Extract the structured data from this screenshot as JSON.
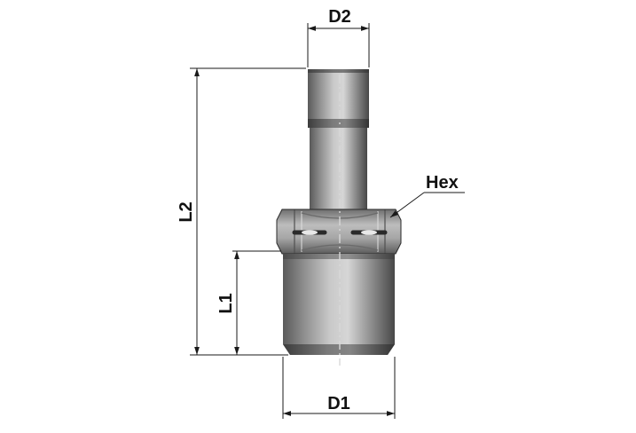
{
  "labels": {
    "d2": "D2",
    "d1": "D1",
    "l2": "L2",
    "l1": "L1",
    "hex": "Hex"
  },
  "colors": {
    "body_dark": "#4a4a4a",
    "body_mid": "#9a9a9a",
    "body_light": "#d4d4d4",
    "lines": "#1a1a1a"
  }
}
